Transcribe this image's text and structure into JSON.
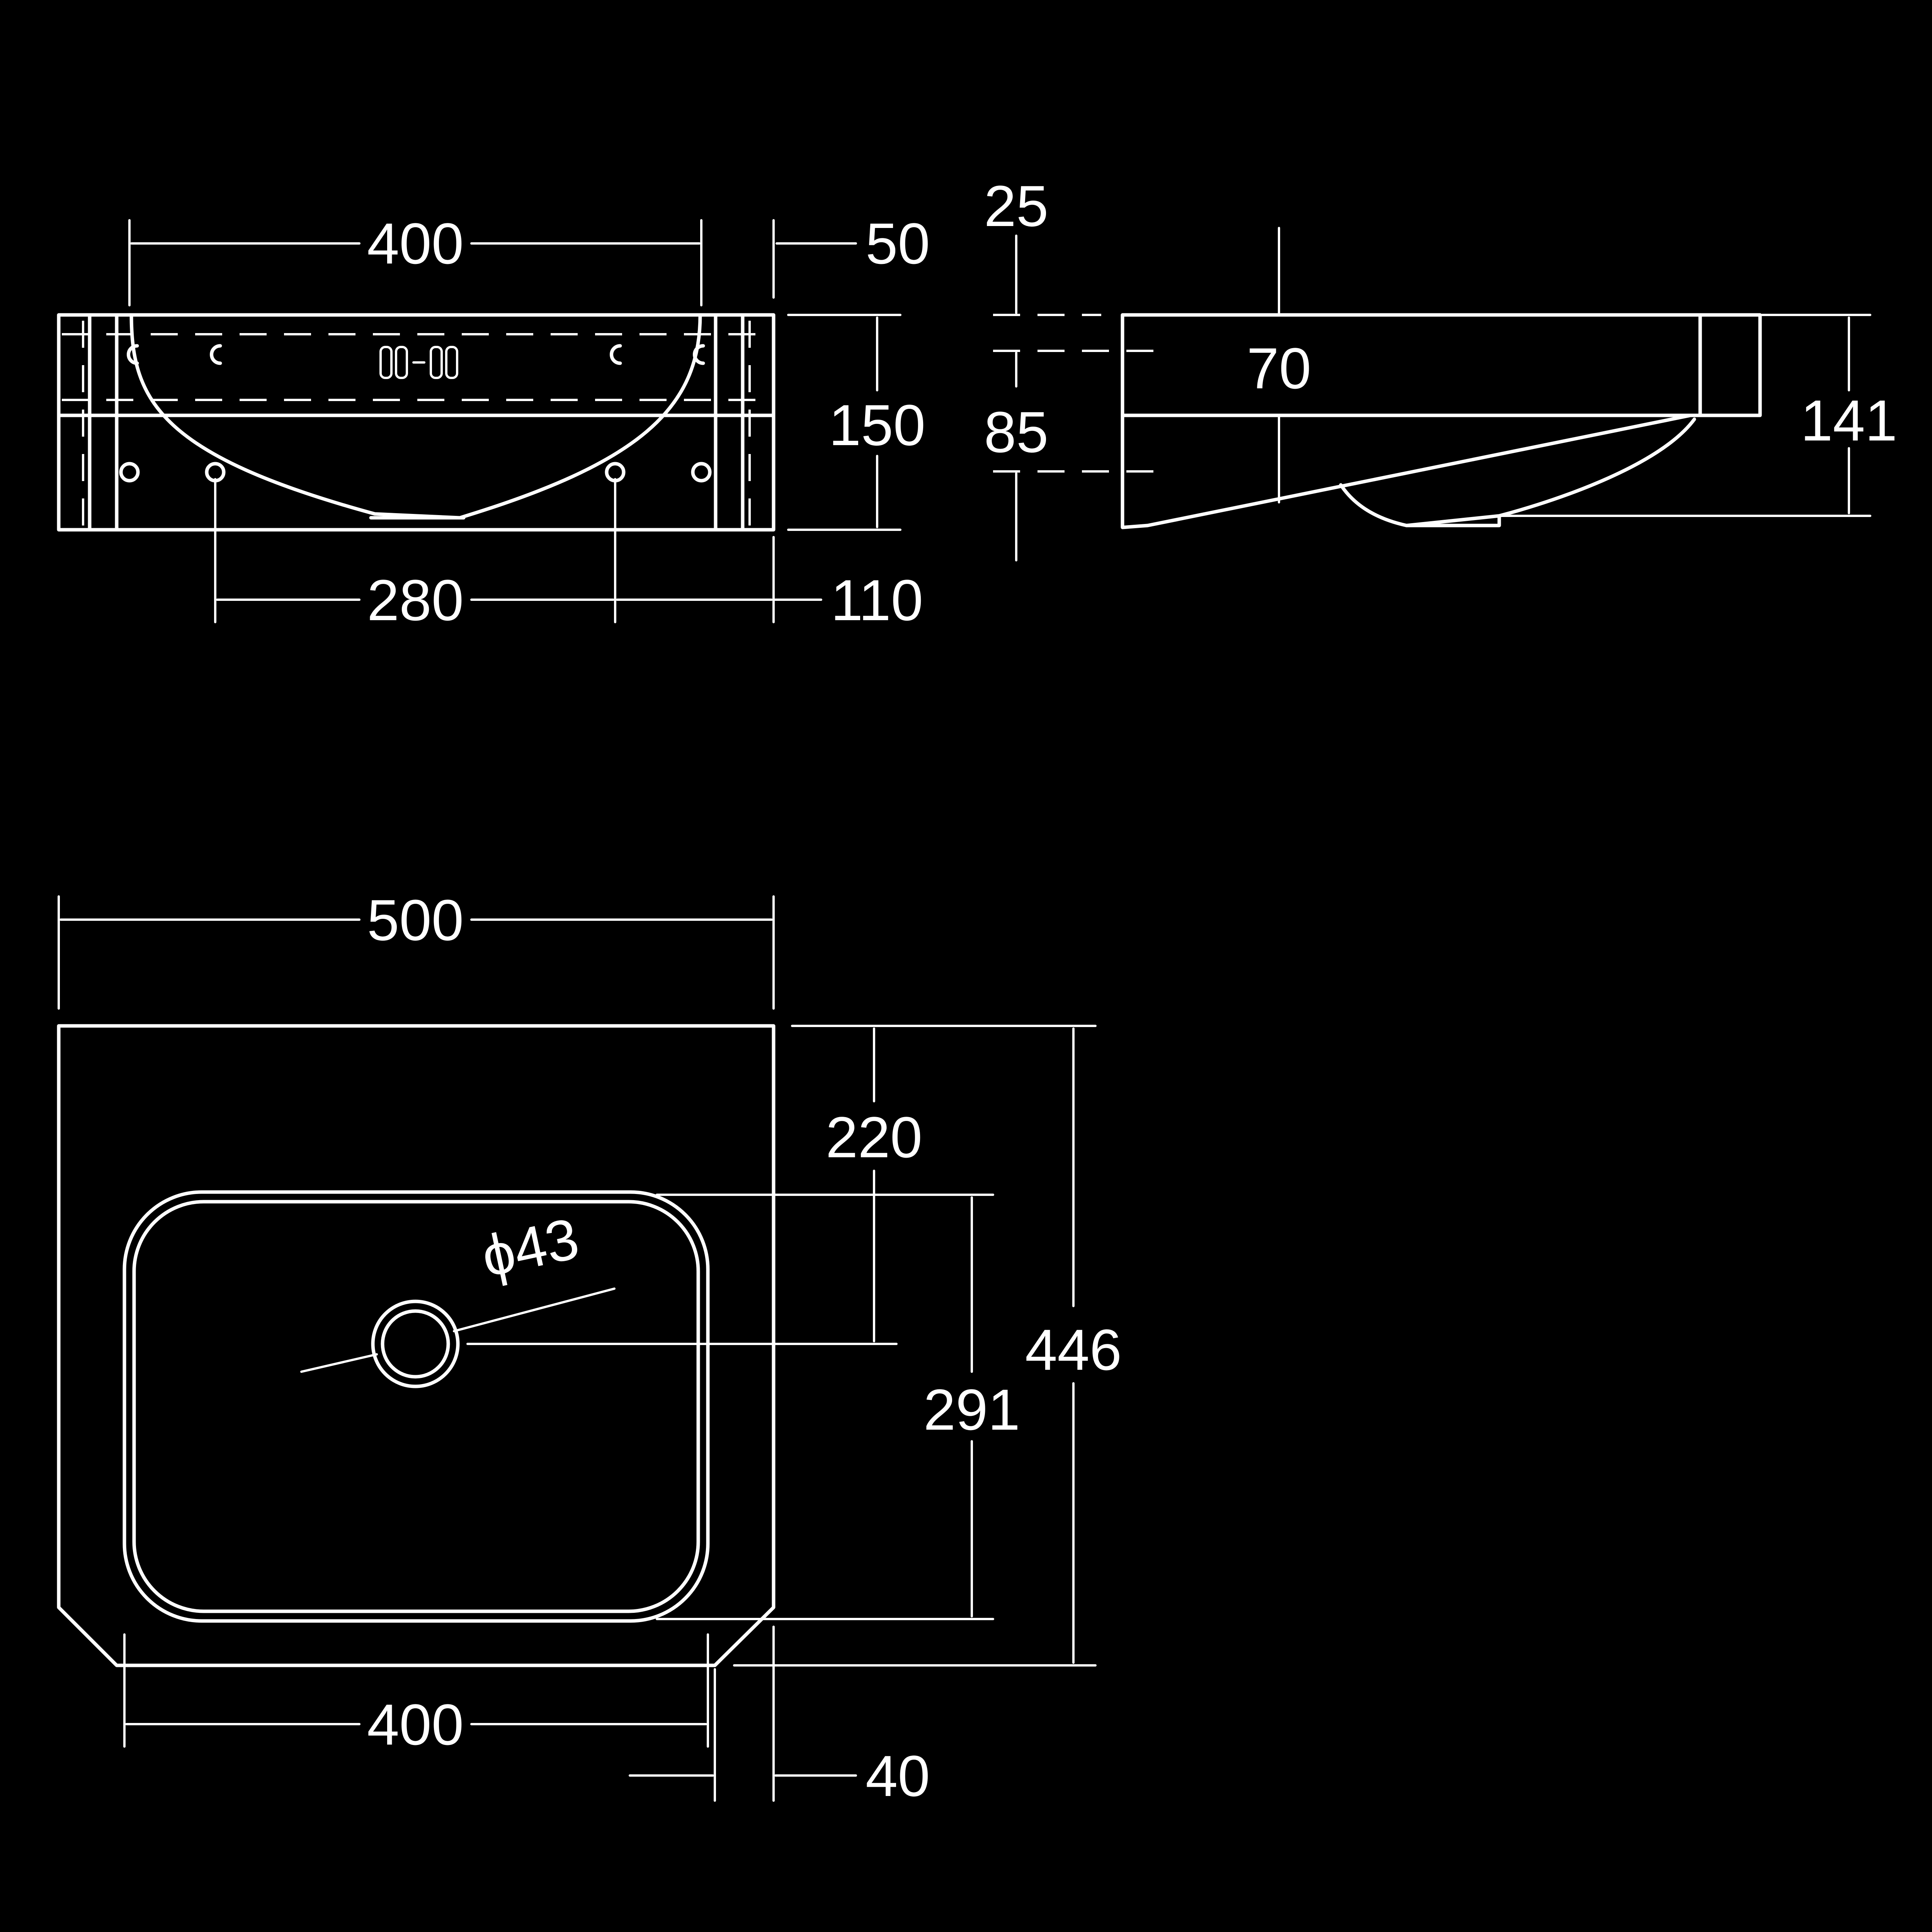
{
  "dimensions": {
    "front_width": "400",
    "front_right_offset": "50",
    "front_height": "150",
    "front_holes_spacing": "280",
    "front_right_holes": "110",
    "side_top_offset": "25",
    "side_thickness": "70",
    "side_lower": "85",
    "side_height": "141",
    "plan_width": "500",
    "plan_drain_offset": "220",
    "plan_bowl_depth": "291",
    "plan_depth": "446",
    "plan_drain_diameter": "ϕ43",
    "plan_bowl_width": "400",
    "plan_chamfer": "40"
  },
  "colors": {
    "background": "#000000",
    "line": "#ffffff"
  }
}
